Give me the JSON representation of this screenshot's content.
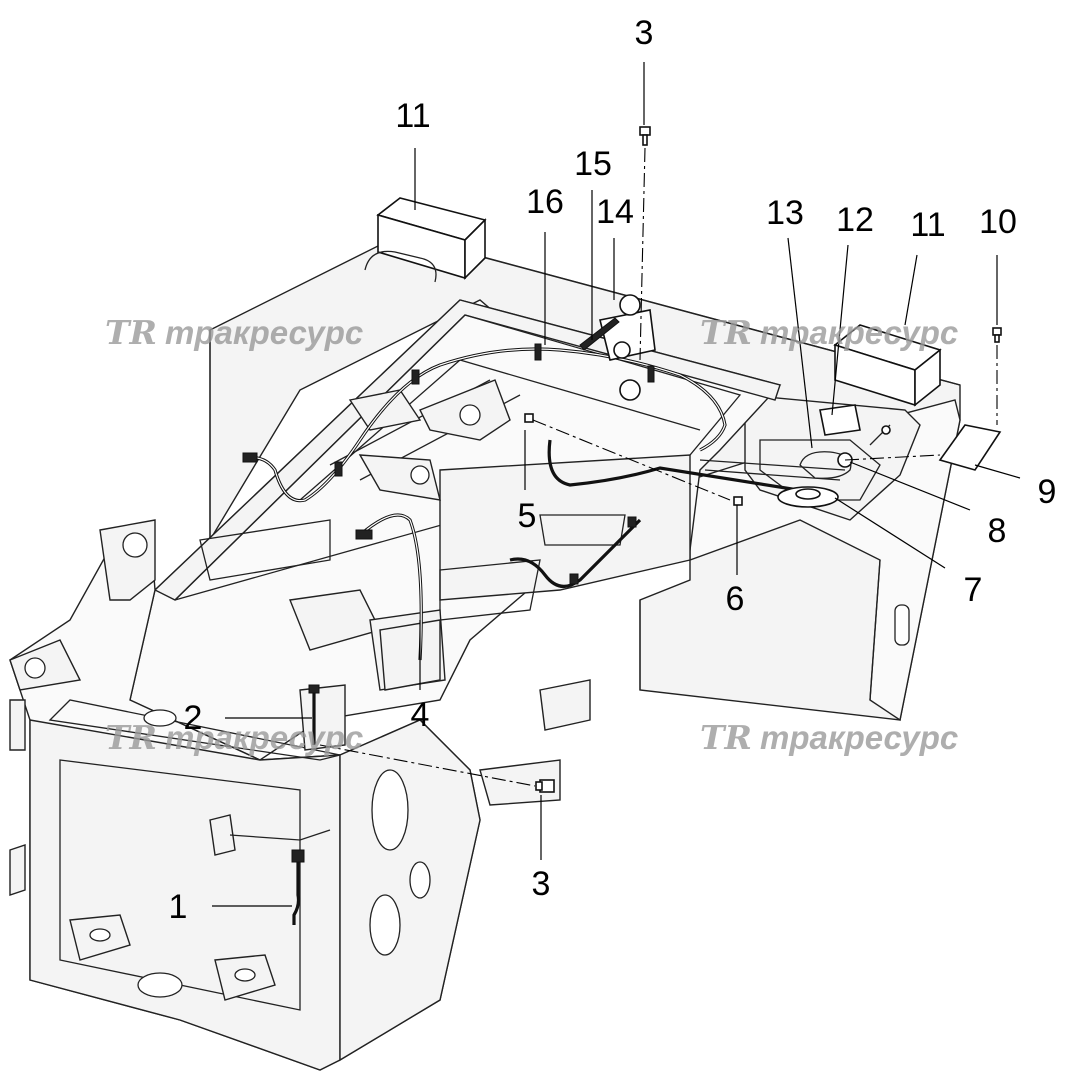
{
  "watermark": {
    "logo_text": "TR",
    "text": "тракресурс"
  },
  "callouts": [
    {
      "id": "c1",
      "label": "1"
    },
    {
      "id": "c2",
      "label": "2"
    },
    {
      "id": "c3a",
      "label": "3"
    },
    {
      "id": "c3b",
      "label": "3"
    },
    {
      "id": "c4",
      "label": "4"
    },
    {
      "id": "c5",
      "label": "5"
    },
    {
      "id": "c6",
      "label": "6"
    },
    {
      "id": "c7",
      "label": "7"
    },
    {
      "id": "c8",
      "label": "8"
    },
    {
      "id": "c9",
      "label": "9"
    },
    {
      "id": "c10",
      "label": "10"
    },
    {
      "id": "c11a",
      "label": "11"
    },
    {
      "id": "c11b",
      "label": "11"
    },
    {
      "id": "c12",
      "label": "12"
    },
    {
      "id": "c13",
      "label": "13"
    },
    {
      "id": "c14",
      "label": "14"
    },
    {
      "id": "c15",
      "label": "15"
    },
    {
      "id": "c16",
      "label": "16"
    }
  ]
}
